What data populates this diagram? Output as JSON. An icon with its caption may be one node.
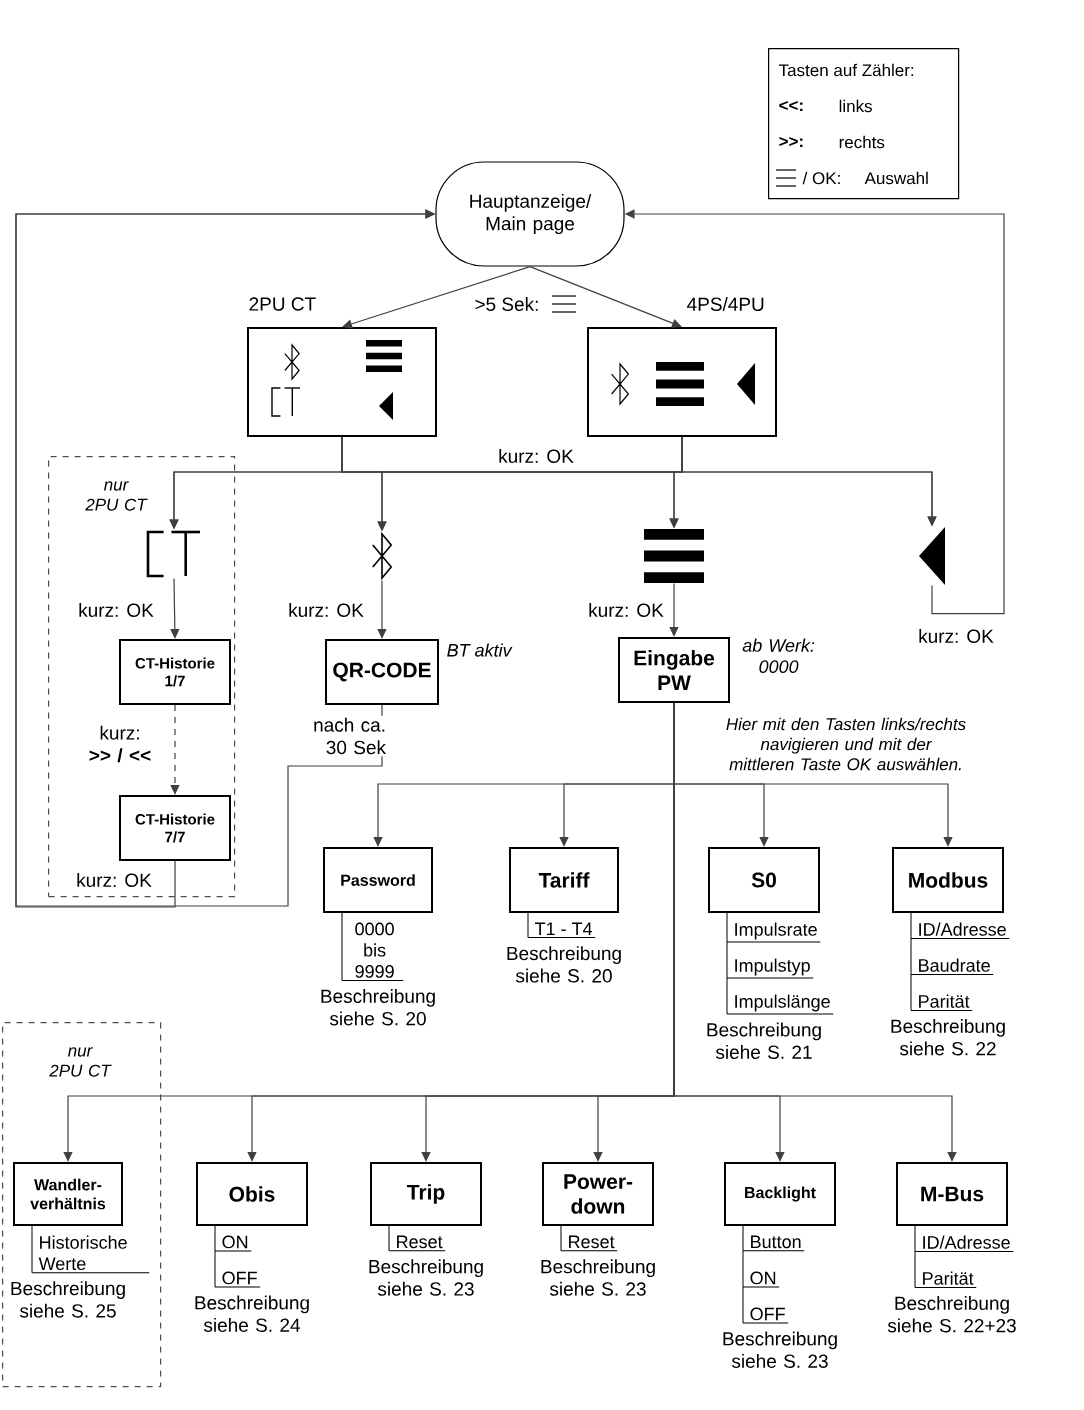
{
  "diagram": {
    "nodes": [
      {
        "text": [
          "Hauptanzeige/ Main page"
        ]
      },
      {
        "text": [],
        "shape": "box",
        "beside": [
          "2PU CT"
        ]
      },
      {
        "text": [],
        "shape": "box",
        "beside": [
          "4PS/4PU"
        ]
      },
      {
        "text": [
          "nur 2PU CT"
        ]
      },
      {
        "text": [],
        "shape": "picture",
        "in": 3
      },
      {
        "text": [],
        "shape": "picture"
      },
      {
        "text": [],
        "shape": "picture"
      },
      {
        "text": [],
        "shape": "picture"
      },
      {
        "text": [
          "CT-Historie 1/7"
        ],
        "in": 3
      },
      {
        "text": [
          "CT-Historie 7/7"
        ],
        "in": 3
      },
      {
        "text": [
          "QR-CODE"
        ],
        "beside": [
          "BT aktiv"
        ]
      },
      {
        "text": [
          "Eingabe PW"
        ],
        "beside": [
          "ab Werk: 0000"
        ]
      },
      {
        "text": [
          "Password"
        ],
        "beside": [
          "0000 bis 9999",
          "Beschreibung siehe S. 20"
        ]
      },
      {
        "text": [
          "Tariff"
        ],
        "beside": [
          "T1 - T4",
          "Beschreibung siehe S. 20"
        ]
      },
      {
        "text": [
          "S0"
        ],
        "beside": [
          "Impulsrate",
          "Impulstyp",
          "Impulslänge",
          "Beschreibung siehe S. 21"
        ]
      },
      {
        "text": [
          "Modbus"
        ],
        "beside": [
          "ID/Adresse",
          "Baudrate",
          "Parität",
          "Beschreibung siehe S. 22"
        ]
      },
      {
        "text": [
          "nur 2PU CT"
        ]
      },
      {
        "text": [
          "Wandler-verhältnis"
        ],
        "in": 16,
        "beside": [
          "Historische Werte",
          "Beschreibung siehe S. 25"
        ]
      },
      {
        "text": [
          "Obis"
        ],
        "beside": [
          "ON",
          "OFF",
          "Beschreibung siehe S. 24"
        ]
      },
      {
        "text": [
          "Trip"
        ],
        "beside": [
          "Reset",
          "Beschreibung siehe S. 23"
        ]
      },
      {
        "text": [
          "Power-down"
        ],
        "beside": [
          "Reset",
          "Beschreibung siehe S. 23"
        ]
      },
      {
        "text": [
          "Backlight"
        ],
        "beside": [
          "Button",
          "ON",
          "OFF",
          "Beschreibung siehe S. 23"
        ]
      },
      {
        "text": [
          "M-Bus"
        ],
        "beside": [
          "ID/Adresse",
          "Parität",
          "Beschreibung siehe S. 22+23"
        ]
      },
      {
        "text": [
          "Tasten auf Zähler:",
          "<<:",
          "links",
          ">>:",
          "rechts",
          "/ OK:",
          "Auswahl"
        ]
      }
    ],
    "edges": [
      {
        "from": 0,
        "to": 1,
        "arrow": "to"
      },
      {
        "from": 0,
        "to": 2,
        "arrow": "to"
      },
      {
        "from": 1,
        "to": 4,
        "arrow": "to"
      },
      {
        "from": 1,
        "to": 5,
        "arrow": "to"
      },
      {
        "from": 1,
        "to": 6,
        "arrow": "to"
      },
      {
        "from": 1,
        "to": 7,
        "arrow": "to"
      },
      {
        "from": 2,
        "to": 4,
        "arrow": "to"
      },
      {
        "from": 2,
        "to": 5,
        "arrow": "to"
      },
      {
        "from": 2,
        "to": 6,
        "arrow": "to"
      },
      {
        "from": 2,
        "to": 7,
        "arrow": "to"
      },
      {
        "from": 4,
        "to": 8,
        "arrow": "to",
        "label": "kurz: OK"
      },
      {
        "from": 8,
        "to": 9,
        "arrow": "to",
        "style": "dashed",
        "label": "kurz: **>> / <<**"
      },
      {
        "from": 9,
        "to": 0,
        "arrow": "to",
        "label": "kurz: OK"
      },
      {
        "from": 10,
        "to": 0,
        "arrow": "to",
        "label": "nach ca. 30 Sek"
      },
      {
        "from": 5,
        "to": 10,
        "arrow": "to",
        "label": "kurz: OK"
      },
      {
        "from": 6,
        "to": 11,
        "arrow": "to",
        "label": "kurz: OK"
      },
      {
        "from": 7,
        "to": 0,
        "arrow": "to",
        "label": "kurz: OK"
      },
      {
        "from": 11,
        "to": 12,
        "arrow": "to"
      },
      {
        "from": 11,
        "to": 13,
        "arrow": "to"
      },
      {
        "from": 11,
        "to": 14,
        "arrow": "to"
      },
      {
        "from": 11,
        "to": 15,
        "arrow": "to"
      },
      {
        "from": 11,
        "to": 17,
        "arrow": "to"
      },
      {
        "from": 11,
        "to": 18,
        "arrow": "to"
      },
      {
        "from": 11,
        "to": 19,
        "arrow": "to"
      },
      {
        "from": 11,
        "to": 20,
        "arrow": "to"
      },
      {
        "from": 11,
        "to": 21,
        "arrow": "to"
      },
      {
        "from": 11,
        "to": 22,
        "arrow": "to"
      }
    ],
    "labels": [
      ">5 Sek:",
      "kurz: OK",
      "Hier mit den Tasten links/rechts navigieren und mit der mittleren Taste OK auswählen."
    ]
  }
}
